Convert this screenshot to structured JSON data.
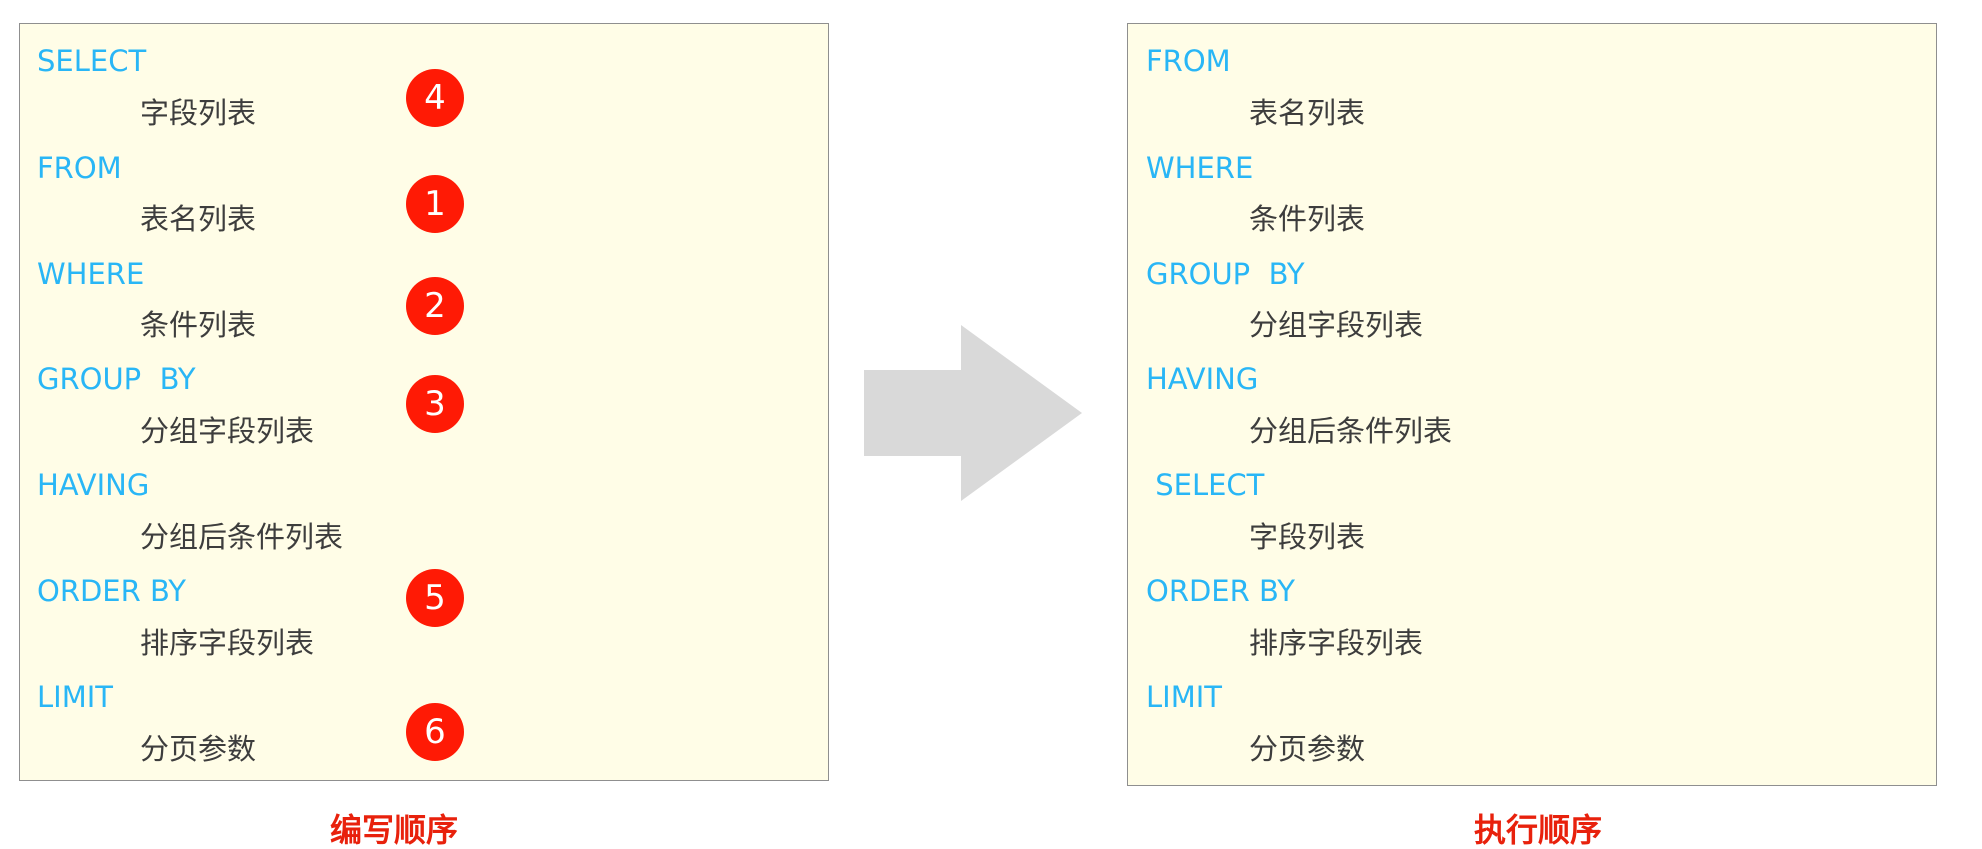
{
  "left": {
    "caption": "编写顺序",
    "rows": [
      {
        "keyword": "SELECT",
        "desc": "字段列表",
        "badge": "4"
      },
      {
        "keyword": "FROM",
        "desc": "表名列表",
        "badge": "1"
      },
      {
        "keyword": "WHERE",
        "desc": "条件列表",
        "badge": "2"
      },
      {
        "keyword": "GROUP  BY",
        "desc": "分组字段列表",
        "badge": "3"
      },
      {
        "keyword": "HAVING",
        "desc": "分组后条件列表"
      },
      {
        "keyword": "ORDER BY",
        "desc": "排序字段列表",
        "badge": "5"
      },
      {
        "keyword": "LIMIT",
        "desc": "分页参数",
        "badge": "6"
      }
    ]
  },
  "right": {
    "caption": "执行顺序",
    "rows": [
      {
        "keyword": "FROM",
        "desc": "表名列表"
      },
      {
        "keyword": "WHERE",
        "desc": "条件列表"
      },
      {
        "keyword": "GROUP  BY",
        "desc": "分组字段列表"
      },
      {
        "keyword": "HAVING",
        "desc": "分组后条件列表"
      },
      {
        "keyword": " SELECT",
        "desc": "字段列表"
      },
      {
        "keyword": "ORDER BY",
        "desc": "排序字段列表"
      },
      {
        "keyword": "LIMIT",
        "desc": "分页参数"
      }
    ]
  },
  "colors": {
    "keyword": "#29b6f6",
    "badge": "#ff1a05",
    "caption": "#e8210c",
    "panel_bg": "#fffde7",
    "arrow": "#d9d9d9"
  },
  "icons": {
    "arrow": "right-arrow-icon"
  }
}
